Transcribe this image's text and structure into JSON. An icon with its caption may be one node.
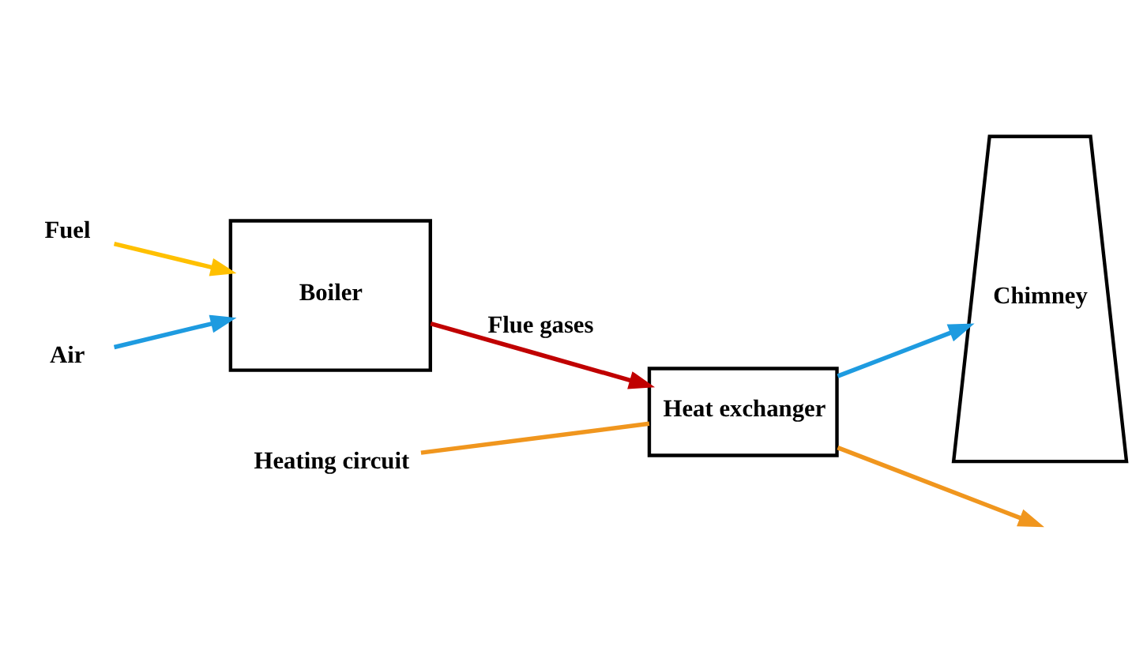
{
  "diagram": {
    "nodes": [
      {
        "text": [
          "Fuel"
        ]
      },
      {
        "text": [
          "Air"
        ]
      },
      {
        "text": [
          "Boiler"
        ]
      },
      {
        "text": [
          "Heat exchanger"
        ]
      },
      {
        "text": [
          "Chimney"
        ]
      },
      {
        "text": [
          "Heating circuit"
        ]
      }
    ],
    "edges": [
      {
        "from": 0,
        "to": 2,
        "arrow": "to",
        "color": "#ffc000"
      },
      {
        "from": 1,
        "to": 2,
        "arrow": "to",
        "color": "#1e9be0"
      },
      {
        "from": 2,
        "to": 3,
        "arrow": "to",
        "label": "Flue gases",
        "color": "#c00000"
      },
      {
        "from": 3,
        "to": 4,
        "arrow": "to",
        "color": "#1e9be0"
      },
      {
        "from": 5,
        "to": 3,
        "arrow": "none",
        "color": "#f0961e"
      },
      {
        "from": 3,
        "to": null,
        "arrow": "to",
        "color": "#f0961e"
      }
    ]
  }
}
